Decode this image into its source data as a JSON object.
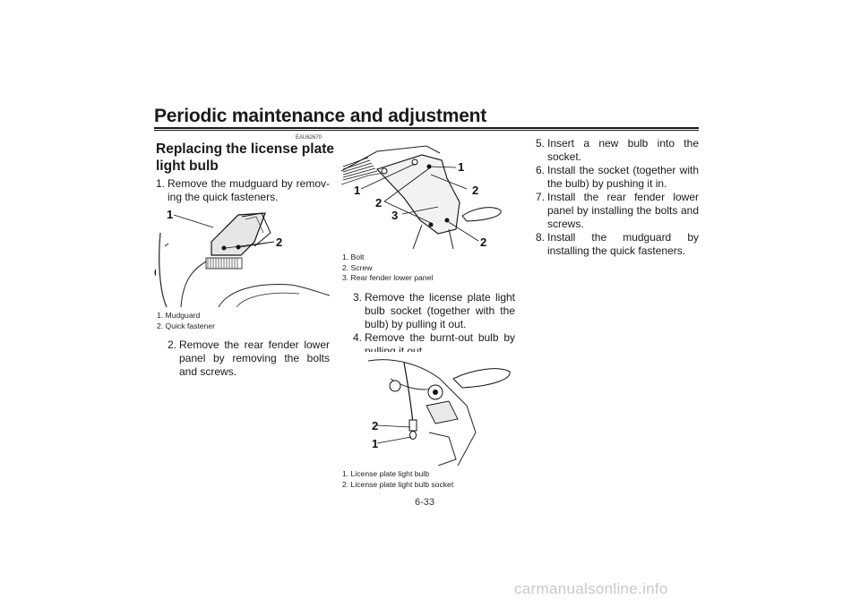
{
  "header": {
    "title": "Periodic maintenance and adjustment",
    "chapter": "6"
  },
  "section": {
    "ref_code": "EAU62670",
    "heading": "Replacing the license plate light bulb"
  },
  "steps": [
    {
      "num": "1.",
      "text": "Remove the mudguard by remov-ing the quick fasteners."
    },
    {
      "num": "2.",
      "text": "Remove the rear fender lower panel by removing the bolts and screws."
    },
    {
      "num": "3.",
      "text": "Remove the license plate light bulb socket (together with the bulb) by pulling it out."
    },
    {
      "num": "4.",
      "text": "Remove the burnt-out bulb by pulling it out."
    },
    {
      "num": "5.",
      "text": "Insert a new bulb into the socket."
    },
    {
      "num": "6.",
      "text": "Install the socket (together with the bulb) by pushing it in."
    },
    {
      "num": "7.",
      "text": "Install the rear fender lower panel by installing the bolts and screws."
    },
    {
      "num": "8.",
      "text": "Install the mudguard by installing the quick fasteners."
    }
  ],
  "figures": {
    "mudguard": {
      "callouts": [
        "1",
        "2"
      ],
      "captions": [
        "1.  Mudguard",
        "2.  Quick fastener"
      ]
    },
    "fender_panel": {
      "callouts": [
        "1",
        "1",
        "2",
        "2",
        "2",
        "3"
      ],
      "captions": [
        "1.  Bolt",
        "2.  Screw",
        "3.  Rear fender lower panel"
      ]
    },
    "bulb_socket": {
      "callouts": [
        "2",
        "1"
      ],
      "captions": [
        "1.  License plate light bulb",
        "2.  License plate light bulb socket"
      ]
    }
  },
  "footer": {
    "page_number": "6-33",
    "watermark": "carmanualsonline.info"
  }
}
